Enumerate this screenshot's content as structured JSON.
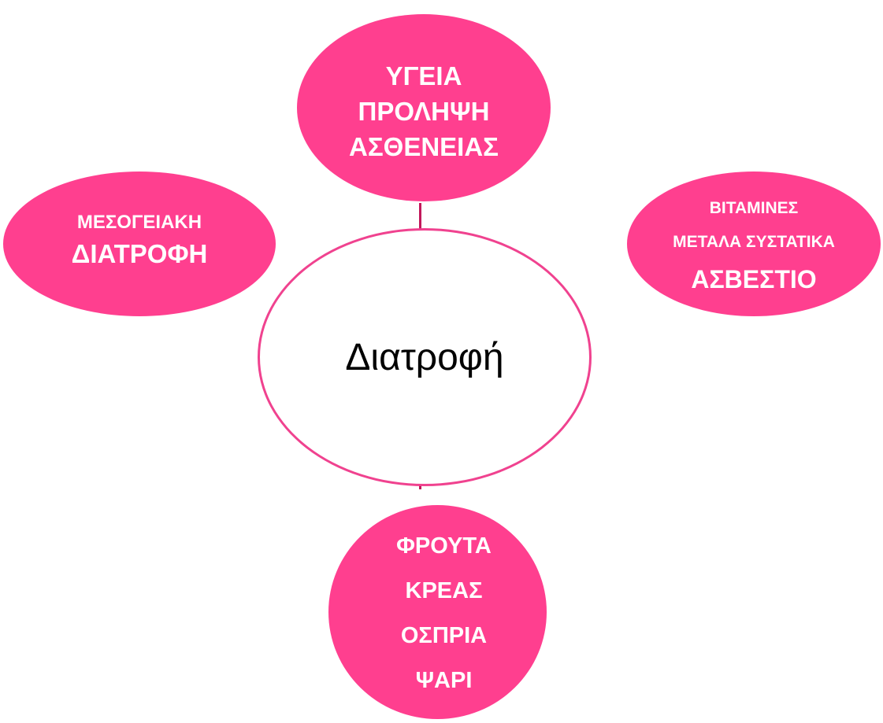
{
  "colors": {
    "node_fill": "#ff3f8f",
    "center_border": "#f0428f",
    "connector": "#c2185b",
    "node_text": "#ffffff",
    "center_text": "#000000"
  },
  "center": {
    "label": "Διατροφή"
  },
  "nodes": {
    "top": {
      "lines": [
        "ΥΓΕΙΑ",
        "ΠΡΟΛΗΨΗ",
        "ΑΣΘΕΝΕΙΑΣ"
      ]
    },
    "left": {
      "lines": [
        "ΜΕΣΟΓΕΙΑΚΗ",
        "ΔΙΑΤΡΟΦΗ"
      ]
    },
    "right": {
      "lines": [
        "ΒΙΤΑΜΙΝΕΣ",
        "ΜΕΤΑΛΑ ΣΥΣΤΑΤΙΚΑ",
        "ΑΣΒΕΣΤΙΟ"
      ]
    },
    "bottom": {
      "lines": [
        "ΦΡΟΥΤΑ",
        "ΚΡΕΑΣ",
        "ΟΣΠΡΙΑ",
        "ΨΑΡΙ"
      ]
    }
  }
}
